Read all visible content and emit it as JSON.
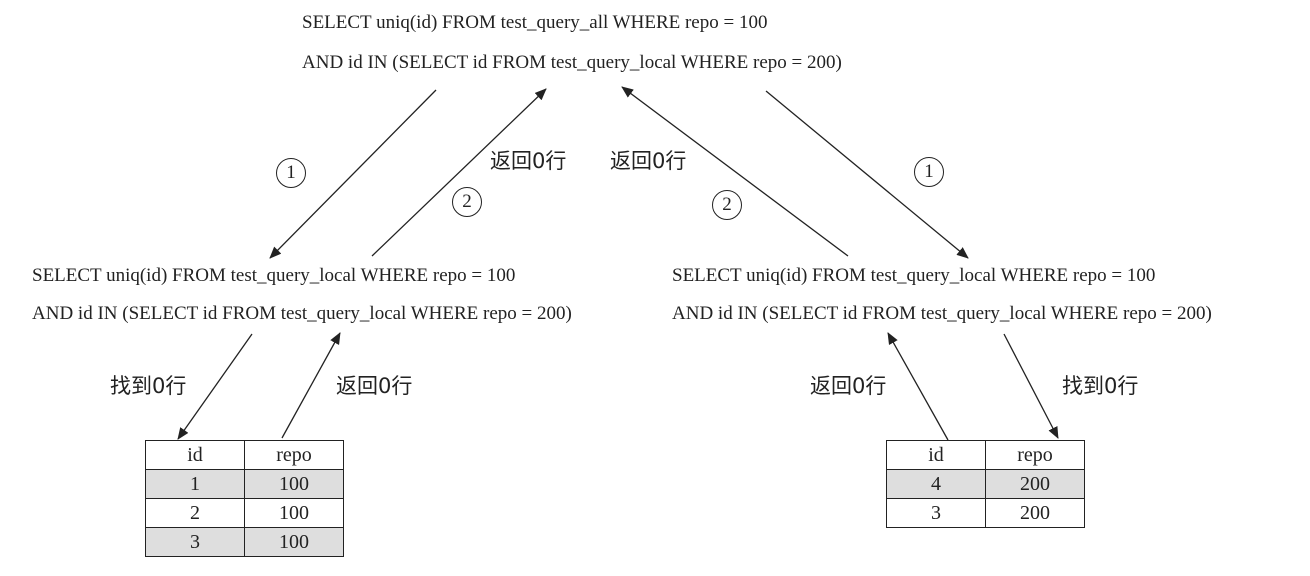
{
  "top_query": {
    "line1": "SELECT uniq(id) FROM test_query_all WHERE repo = 100",
    "line2": "AND id IN (SELECT id FROM test_query_local WHERE repo = 200)"
  },
  "left_query": {
    "line1": "SELECT uniq(id) FROM test_query_local WHERE repo = 100",
    "line2": "AND id IN (SELECT id FROM test_query_local WHERE repo = 200)"
  },
  "right_query": {
    "line1": "SELECT uniq(id) FROM test_query_local WHERE repo = 100",
    "line2": "AND id IN (SELECT id FROM test_query_local WHERE repo = 200)"
  },
  "labels": {
    "step1": "1",
    "step2": "2",
    "returned_zero": "返回0行",
    "found_zero": "找到0行"
  },
  "left_table": {
    "headers": [
      "id",
      "repo"
    ],
    "rows": [
      [
        "1",
        "100"
      ],
      [
        "2",
        "100"
      ],
      [
        "3",
        "100"
      ]
    ]
  },
  "right_table": {
    "headers": [
      "id",
      "repo"
    ],
    "rows": [
      [
        "4",
        "200"
      ],
      [
        "3",
        "200"
      ]
    ]
  },
  "colors": {
    "ink": "#222222",
    "shaded_row": "#dedede"
  }
}
